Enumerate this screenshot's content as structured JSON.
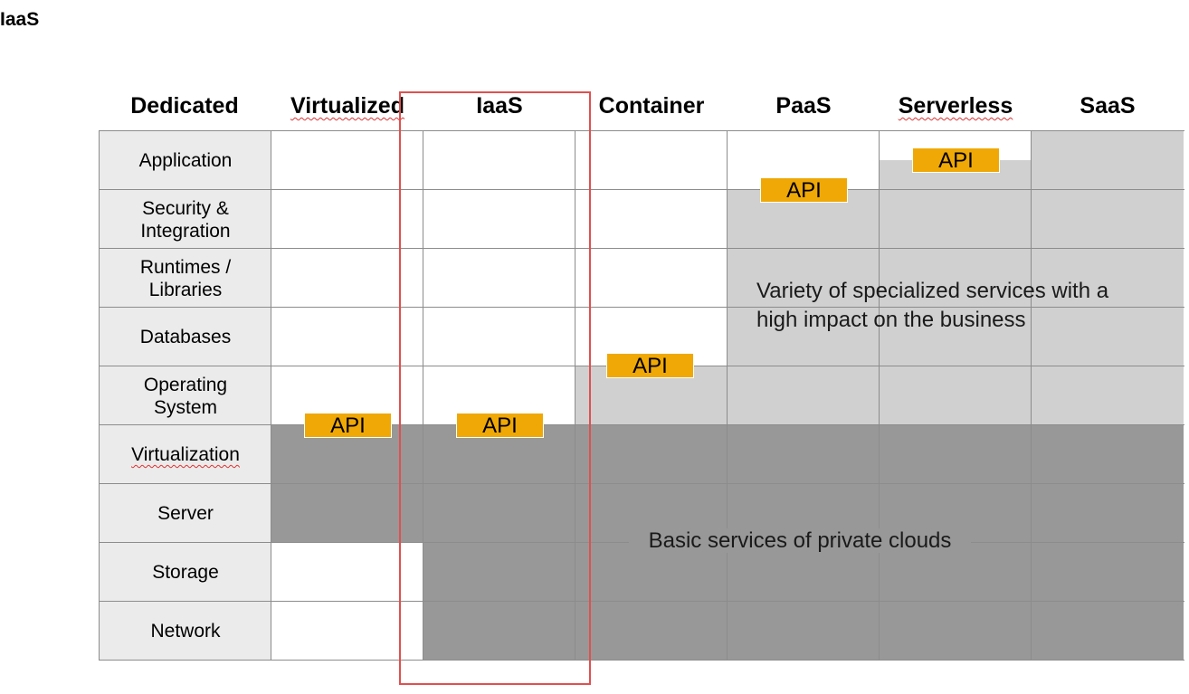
{
  "page_title": "IaaS",
  "columns": [
    "Dedicated",
    "Virtualized",
    "IaaS",
    "Container",
    "PaaS",
    "Serverless",
    "SaaS"
  ],
  "rows": [
    [
      "Application"
    ],
    [
      "Security &",
      "Integration"
    ],
    [
      "Runtimes /",
      "Libraries"
    ],
    [
      "Databases"
    ],
    [
      "Operating",
      "System"
    ],
    [
      "Virtualization"
    ],
    [
      "Server"
    ],
    [
      "Storage"
    ],
    [
      "Network"
    ]
  ],
  "api_label": "API",
  "annotations": {
    "specialized": [
      "Variety of specialized services with a",
      "high impact on the business"
    ],
    "basic": "Basic services of private clouds"
  },
  "colors": {
    "api_badge": "#efa806",
    "customer_managed": "#ffffff",
    "specialized_services": "#d0d0d0",
    "basic_services": "#989898",
    "highlight": "#e05050"
  }
}
